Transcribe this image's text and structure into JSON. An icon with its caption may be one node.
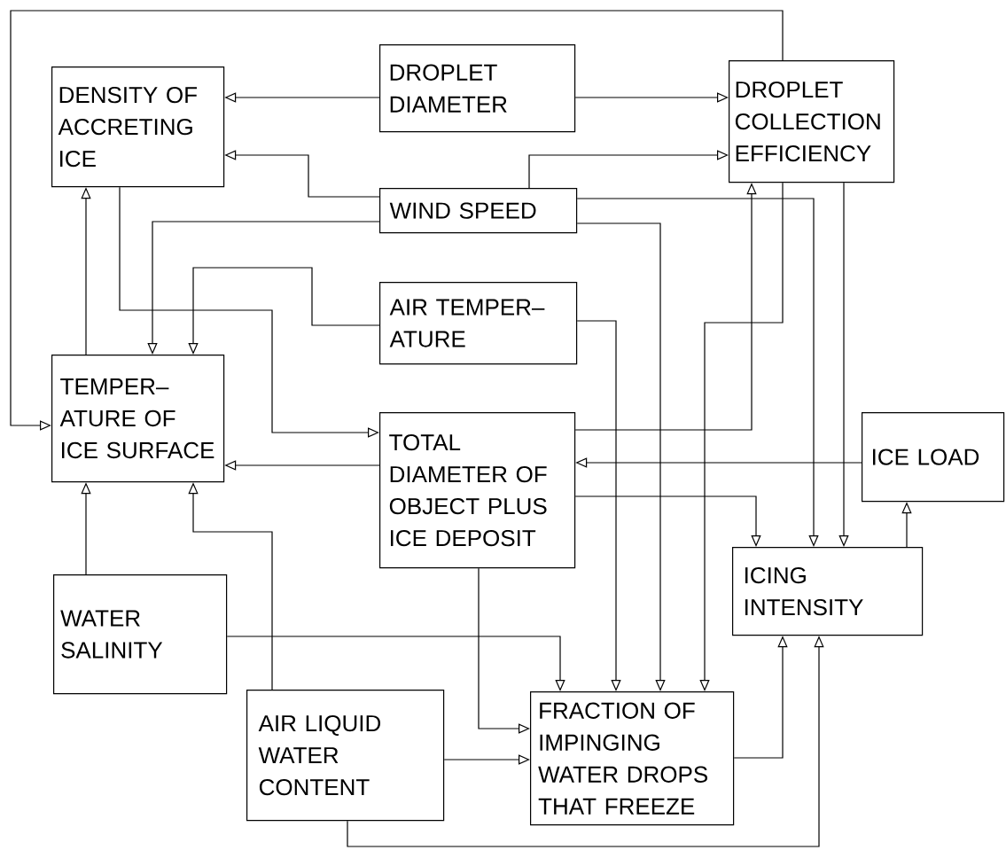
{
  "diagram": {
    "nodes": [
      {
        "text": [
          "DENSITY OF ACCRETING ICE"
        ]
      },
      {
        "text": [
          "DROPLET DIAMETER"
        ]
      },
      {
        "text": [
          "DROPLET COLLECTION EFFICIENCY"
        ]
      },
      {
        "text": [
          "WIND SPEED"
        ]
      },
      {
        "text": [
          "AIR TEMPER– ATURE"
        ]
      },
      {
        "text": [
          "TEMPER– ATURE OF ICE SURFACE"
        ]
      },
      {
        "text": [
          "TOTAL DIAMETER OF OBJECT PLUS ICE DEPOSIT"
        ]
      },
      {
        "text": [
          "ICE LOAD"
        ]
      },
      {
        "text": [
          "ICING INTENSITY"
        ]
      },
      {
        "text": [
          "WATER SALINITY"
        ]
      },
      {
        "text": [
          "AIR LIQUID WATER CONTENT"
        ]
      },
      {
        "text": [
          "FRACTION OF IMPINGING WATER DROPS THAT FREEZE"
        ]
      }
    ],
    "edges": [
      {
        "from": 1,
        "to": 0,
        "arrow": "to"
      },
      {
        "from": 1,
        "to": 2,
        "arrow": "to"
      },
      {
        "from": 3,
        "to": 0,
        "arrow": "to"
      },
      {
        "from": 3,
        "to": 2,
        "arrow": "to"
      },
      {
        "from": 3,
        "to": 5,
        "arrow": "to"
      },
      {
        "from": 3,
        "to": 8,
        "arrow": "to"
      },
      {
        "from": 3,
        "to": 11,
        "arrow": "to"
      },
      {
        "from": 2,
        "to": 8,
        "arrow": "to"
      },
      {
        "from": 2,
        "to": 11,
        "arrow": "to"
      },
      {
        "from": 6,
        "to": 2,
        "arrow": "to"
      },
      {
        "from": 6,
        "to": 8,
        "arrow": "to"
      },
      {
        "from": 6,
        "to": 5,
        "arrow": "to"
      },
      {
        "from": 6,
        "to": 11,
        "arrow": "to"
      },
      {
        "from": 0,
        "to": 6,
        "arrow": "to"
      },
      {
        "from": 4,
        "to": 5,
        "arrow": "to"
      },
      {
        "from": 4,
        "to": 11,
        "arrow": "to"
      },
      {
        "from": 5,
        "to": 0,
        "arrow": "to"
      },
      {
        "from": 2,
        "to": 5,
        "arrow": "to"
      },
      {
        "from": 9,
        "to": 5,
        "arrow": "to"
      },
      {
        "from": 10,
        "to": 5,
        "arrow": "to"
      },
      {
        "from": 9,
        "to": 11,
        "arrow": "to"
      },
      {
        "from": 10,
        "to": 11,
        "arrow": "to"
      },
      {
        "from": 10,
        "to": 8,
        "arrow": "to"
      },
      {
        "from": 11,
        "to": 8,
        "arrow": "to"
      },
      {
        "from": 8,
        "to": 7,
        "arrow": "to"
      },
      {
        "from": 7,
        "to": 6,
        "arrow": "to"
      }
    ]
  }
}
